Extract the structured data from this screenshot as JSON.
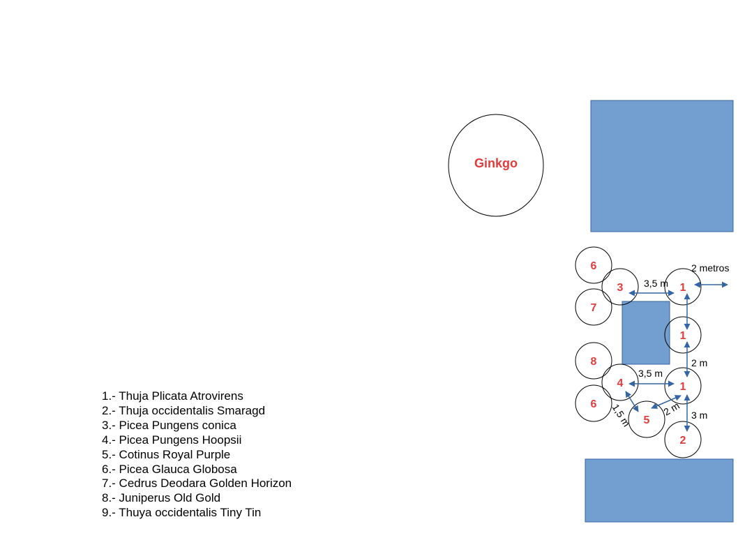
{
  "labels": {
    "ginkgo": "Ginkgo",
    "p6a": "6",
    "p3": "3",
    "p7": "7",
    "p8": "8",
    "p4": "4",
    "p6b": "6",
    "p5": "5",
    "p1a": "1",
    "p1b": "1",
    "p1c": "1",
    "p2": "2"
  },
  "dimensions": {
    "two_metros": "2 metros",
    "d35_top": "3,5 m",
    "d2_right": "2 m",
    "d35_mid": "3,5 m",
    "d15": "1,5 m",
    "d2_diag": "2 m",
    "d3": "3 m"
  },
  "legend": [
    "1.- Thuja Plicata Atrovirens",
    "2.- Thuja occidentalis Smaragd",
    "3.- Picea Pungens conica",
    "4.- Picea Pungens Hoopsii",
    "5.- Cotinus Royal Purple",
    "6.- Picea Glauca Globosa",
    "7.- Cedrus Deodara Golden Horizon",
    "8.- Juniperus Old Gold",
    "9.- Thuya occidentalis Tiny Tin"
  ],
  "colors": {
    "block_fill": "#729fcf",
    "block_stroke": "#3465a4",
    "arrow": "#3465a4",
    "label": "#e03c3c"
  }
}
